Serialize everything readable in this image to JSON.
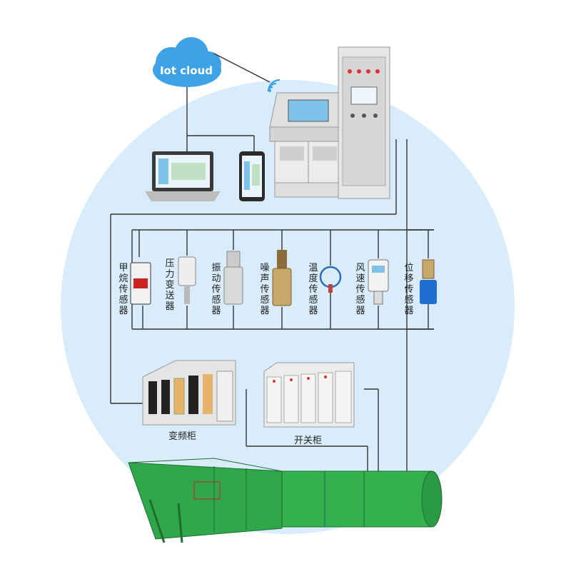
{
  "cloud": {
    "label": "Iot cloud"
  },
  "sensors": [
    {
      "id": "methane",
      "label": "甲烷传感器"
    },
    {
      "id": "pressure",
      "label": "压力变送器"
    },
    {
      "id": "vibration",
      "label": "振动传感器"
    },
    {
      "id": "noise",
      "label": "噪声传感器"
    },
    {
      "id": "temperature",
      "label": "温度传感器"
    },
    {
      "id": "windspeed",
      "label": "风速传感器"
    },
    {
      "id": "displacement",
      "label": "位移传感器"
    }
  ],
  "cabinets": {
    "vfd_label": "变频柜",
    "switch_label": "开关柜"
  },
  "fan": {
    "plate_text": ""
  },
  "colors": {
    "circle": "#d9ecfb",
    "cloud": "#3ea3e6",
    "line": "#333333",
    "fan_green": "#2fa74a",
    "cabinet_gray": "#d9d9d9"
  }
}
